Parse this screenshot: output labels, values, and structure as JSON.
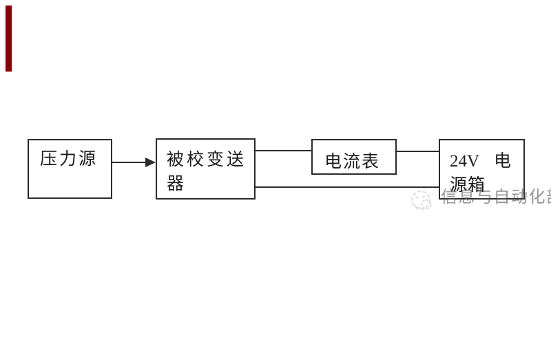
{
  "page": {
    "background_color": "#ffffff",
    "accent_bar_color": "#8B0000"
  },
  "diagram": {
    "type": "block-wiring-diagram",
    "nodes": {
      "pressure_source": {
        "label": "压力源"
      },
      "transmitter": {
        "line1": "被校变送",
        "line2": "器"
      },
      "ammeter": {
        "label": "电流表"
      },
      "power_box": {
        "line1_left": "24V",
        "line1_right": "电",
        "line2": "源箱"
      }
    },
    "connections": [
      {
        "from": "pressure_source",
        "to": "transmitter",
        "style": "arrow"
      },
      {
        "from": "transmitter",
        "to": "ammeter",
        "style": "plain-line"
      },
      {
        "from": "ammeter",
        "to": "power_box",
        "style": "plain-line"
      },
      {
        "from": "transmitter",
        "to": "power_box",
        "style": "plain-line"
      }
    ],
    "line_color": "#2b2b2b",
    "text_color": "#1c1c1c"
  },
  "watermark": {
    "text": "信息与自动化部",
    "color": "#8e8e8e",
    "logo_icon": "sketch-avatar-logo"
  }
}
